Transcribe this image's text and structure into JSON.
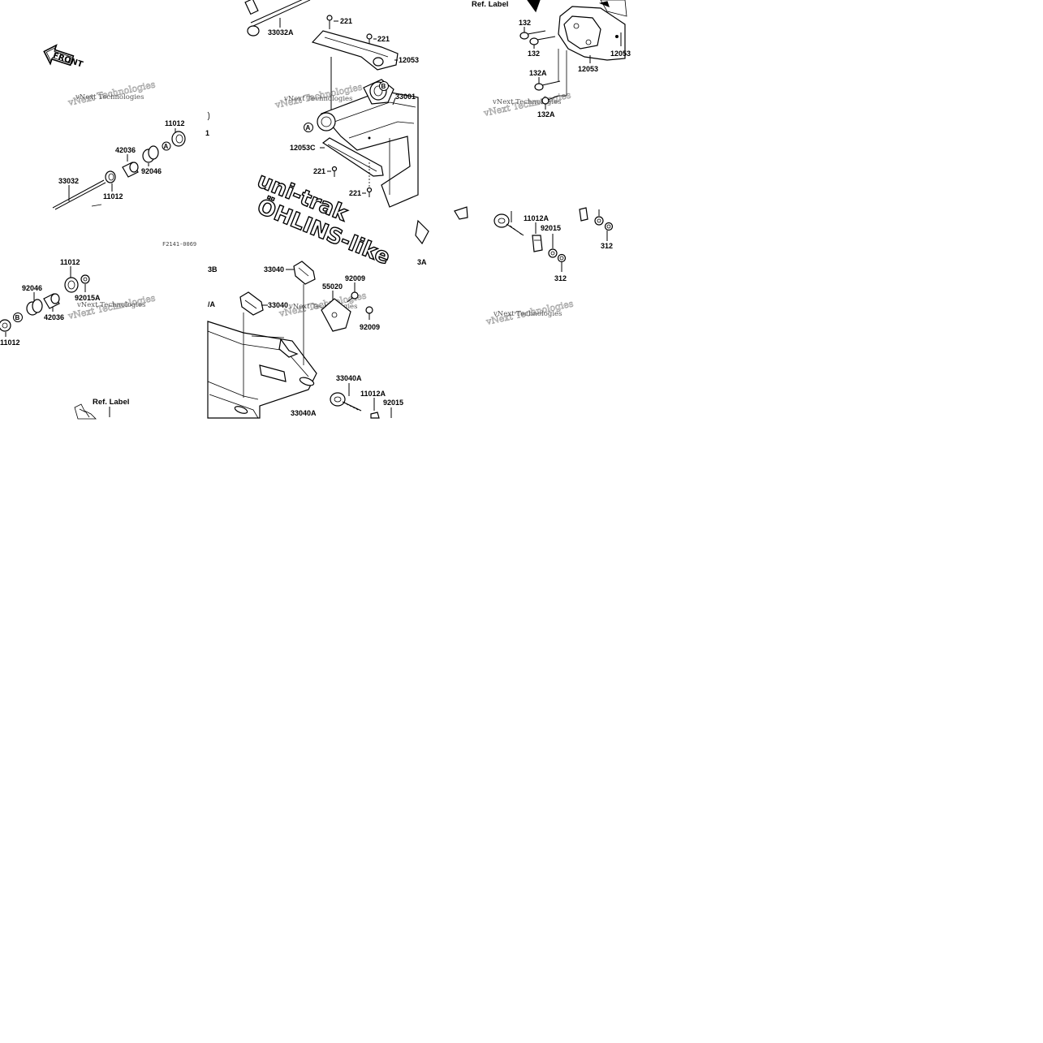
{
  "front_label": "FRONT",
  "brand": {
    "line1": "uni-trak",
    "line2": "ÖHLINS-like"
  },
  "ref_label": "Ref. Label",
  "diagram_code": "F2141-0069",
  "watermark": "vNext Technologies",
  "callouts": {
    "A": "A",
    "B": "B"
  },
  "part_numbers": {
    "p221": "221",
    "p33032A": "33032A",
    "p12053": "12053",
    "p12053C": "12053C",
    "p33001": "33001",
    "p11012": "11012",
    "p11012A": "11012A",
    "p42036": "42036",
    "p92046": "92046",
    "p33032": "33032",
    "p132": "132",
    "p132A": "132A",
    "p92015": "92015",
    "p92015A": "92015A",
    "p312": "312",
    "p33040": "33040",
    "p33040A": "33040A",
    "p55020": "55020",
    "p92009": "92009",
    "p3B": "3B",
    "p3A": "3A",
    "pA_frag": "/A",
    "pOne": "1"
  }
}
